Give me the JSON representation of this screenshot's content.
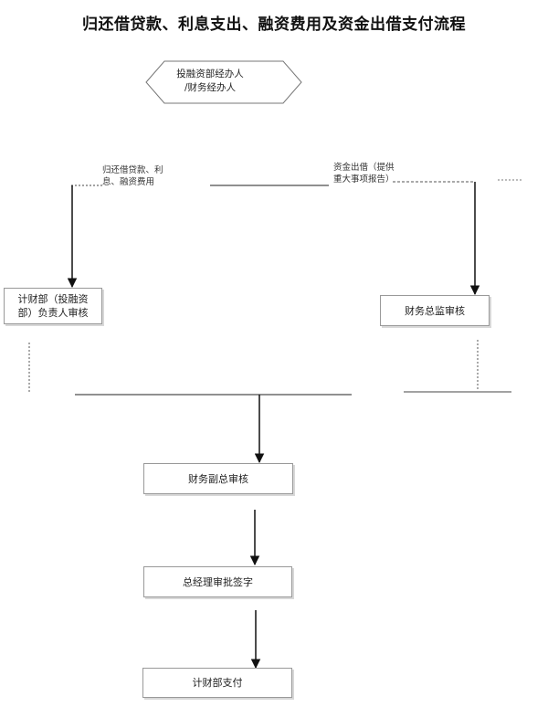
{
  "title": "归还借贷款、利息支出、融资费用及资金出借支付流程",
  "start": {
    "line1": "投融资部经办人",
    "line2": "/财务经办人"
  },
  "labels": {
    "left_line1": "归还借贷款、利",
    "left_line2": "息、融资费用",
    "right_line1": "资金出借（提供",
    "right_line2": "重大事项报告）"
  },
  "nodes": {
    "left_review_line1": "计财部（投融资",
    "left_review_line2": "部）负责人审核",
    "right_review": "财务总监审核",
    "vice_review": "财务副总审核",
    "gm_approve": "总经理审批签字",
    "payment": "计财部支付"
  }
}
